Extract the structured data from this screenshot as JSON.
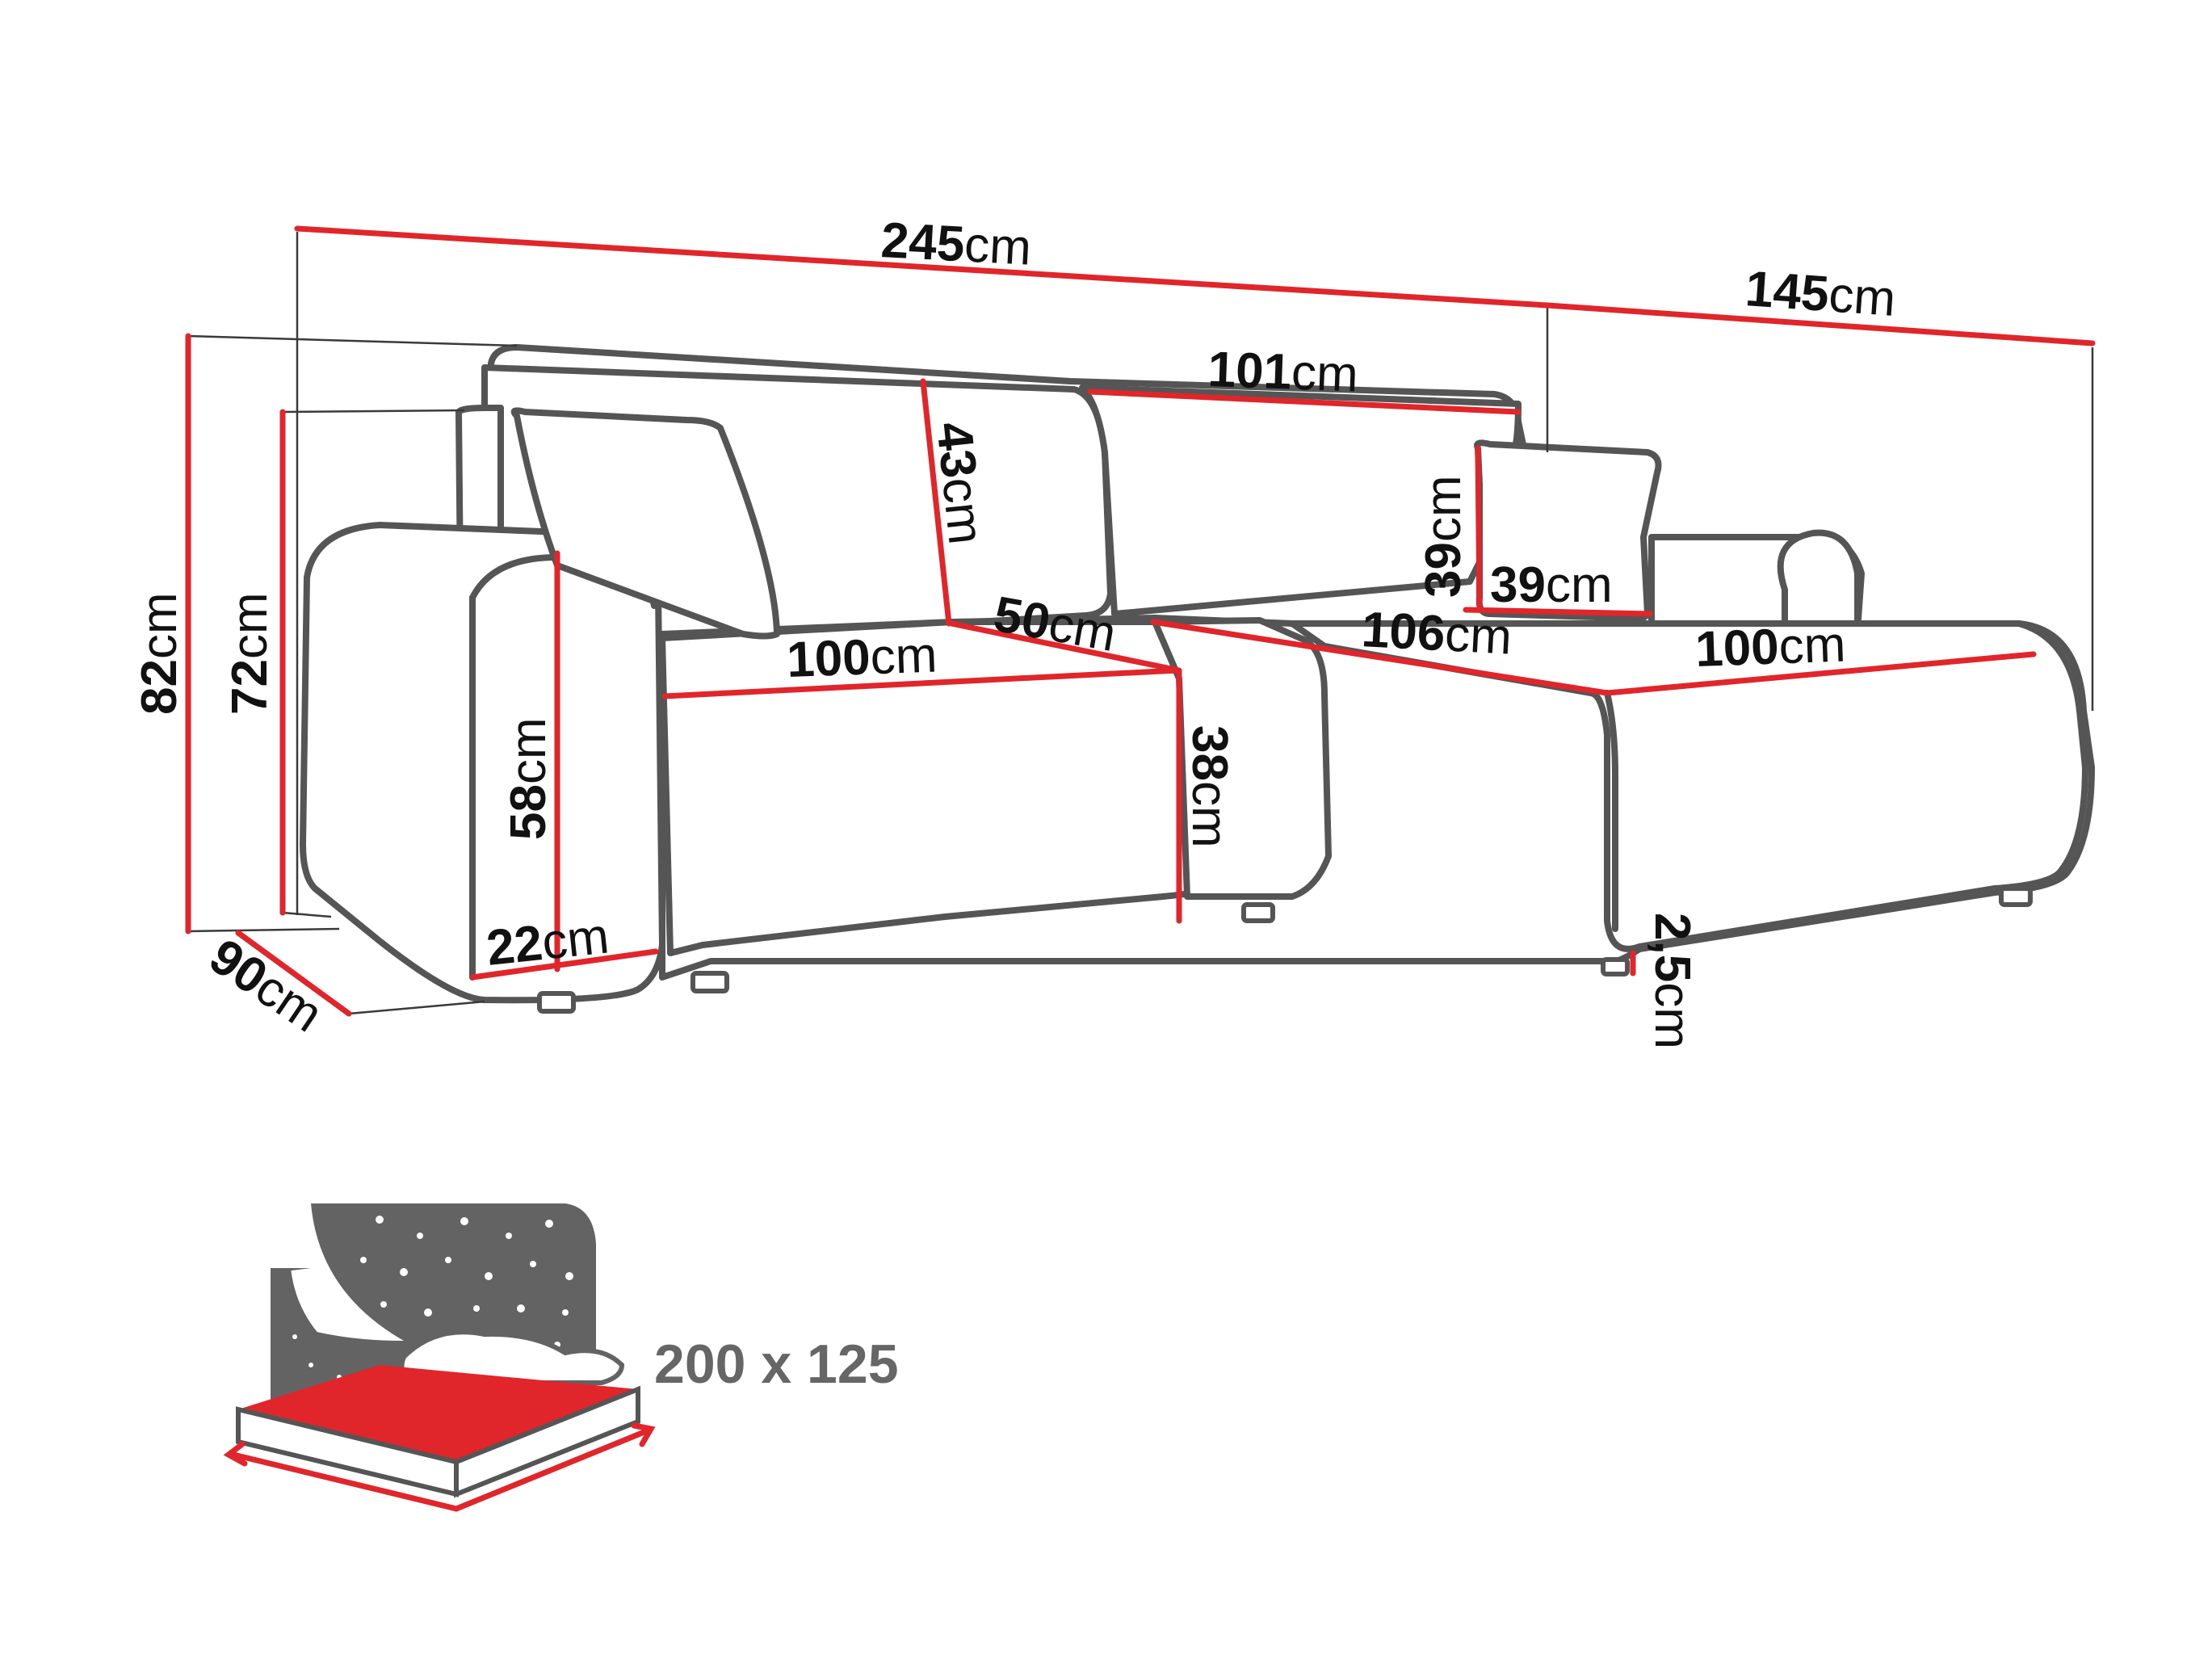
{
  "colors": {
    "dimension_line": "#e0262b",
    "outline": "#555555",
    "label_text": "#111111",
    "bed_label_text": "#666666",
    "mattress": "#e0262b",
    "night_sky": "#636363"
  },
  "dimensions": {
    "total_width": {
      "value": "245",
      "unit": "cm"
    },
    "chaise_depth": {
      "value": "145",
      "unit": "cm"
    },
    "back_width": {
      "value": "101",
      "unit": "cm"
    },
    "total_height": {
      "value": "82",
      "unit": "cm"
    },
    "armrest_outer_height": {
      "value": "72",
      "unit": "cm"
    },
    "backrest_height": {
      "value": "43",
      "unit": "cm"
    },
    "pillow_height": {
      "value": "39",
      "unit": "cm"
    },
    "pillow_width": {
      "value": "39",
      "unit": "cm"
    },
    "seat_depth": {
      "value": "50",
      "unit": "cm"
    },
    "seat_width_left": {
      "value": "100",
      "unit": "cm"
    },
    "chaise_length": {
      "value": "106",
      "unit": "cm"
    },
    "chaise_width": {
      "value": "100",
      "unit": "cm"
    },
    "armrest_height": {
      "value": "58",
      "unit": "cm"
    },
    "seat_height": {
      "value": "38",
      "unit": "cm"
    },
    "armrest_width": {
      "value": "22",
      "unit": "cm"
    },
    "depth": {
      "value": "90",
      "unit": "cm"
    },
    "leg_height": {
      "value": "2,5",
      "unit": "cm"
    }
  },
  "sleeping_area": {
    "label": "200 x 125"
  },
  "icons": {
    "sleep_function": "bed-night-stars-icon"
  }
}
